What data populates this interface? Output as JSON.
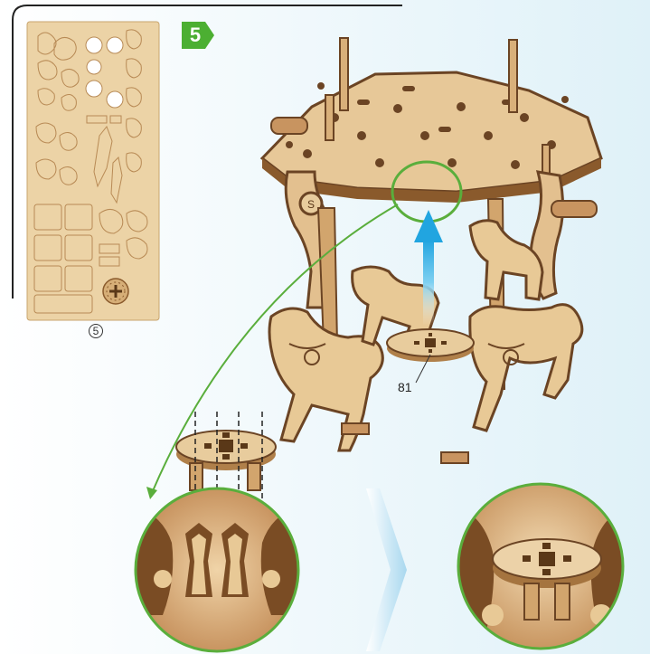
{
  "step": {
    "number": "5",
    "badge_color": "#4caf32"
  },
  "parts_sheet": {
    "label": "5"
  },
  "part": {
    "label": "81"
  },
  "colors": {
    "wood_light": "#e9cfa3",
    "wood_mid": "#c99a63",
    "wood_dark": "#6b4424",
    "arrow_blue": "#3fb6e8",
    "leader_green": "#5aae3c",
    "chevron_blue": "#bfe3f4"
  }
}
